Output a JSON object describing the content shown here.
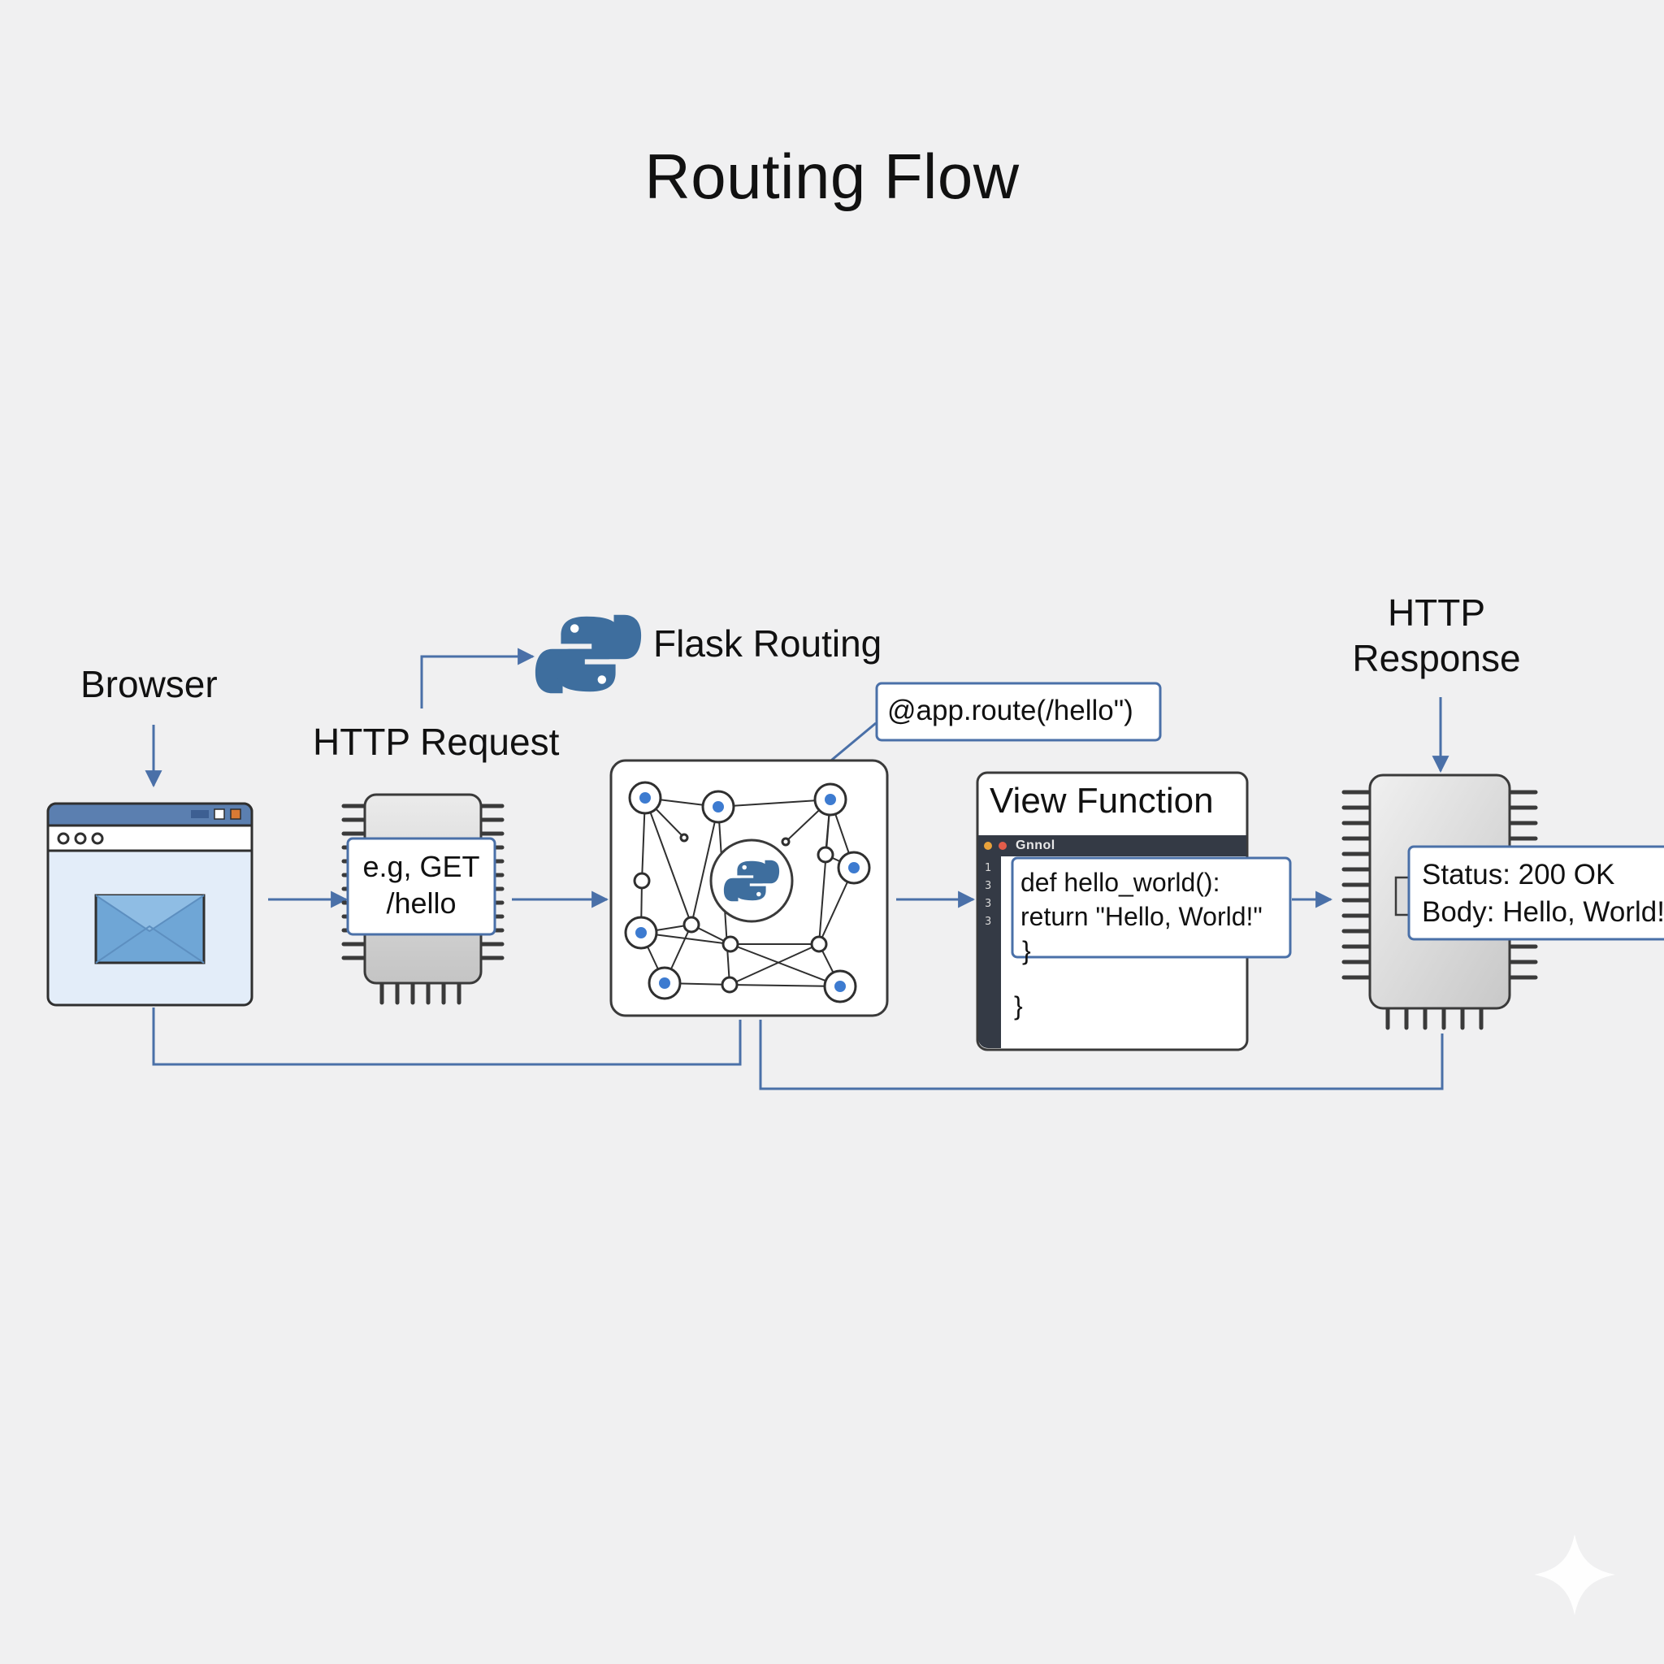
{
  "title": "Routing Flow",
  "nodes": {
    "browser": {
      "label": "Browser"
    },
    "request": {
      "label": "HTTP Request",
      "example_line1": "e.g, GET",
      "example_line2": "/hello"
    },
    "routing": {
      "label": "Flask Routing",
      "decorator": "@app.route(/hello\")"
    },
    "view": {
      "label": "View Function",
      "editor_title": "Gnnol",
      "code_line1": "def hello_world():",
      "code_line2": "return \"Hello, World!\"",
      "code_line3": "}",
      "code_line4": "}",
      "line_numbers": [
        "1",
        "3",
        "3",
        "3"
      ]
    },
    "response": {
      "label_line1": "HTTP",
      "label_line2": "Response",
      "status": "Status: 200 OK",
      "body": "Body: Hello, World!"
    }
  },
  "colors": {
    "arrow": "#4a70a8",
    "chip_fill": "#dcdcdc",
    "chip_outline": "#3a3a3a",
    "browser_fill": "#e3edf9",
    "browser_bar": "#5b7fb0",
    "python_blue": "#3e6e9e",
    "python_yellow": "#f5c93a",
    "node_dot": "#3d7bd0"
  },
  "icons": [
    "python-logo-icon",
    "envelope-icon",
    "microchip-icon",
    "network-graph-icon",
    "code-editor-icon"
  ]
}
